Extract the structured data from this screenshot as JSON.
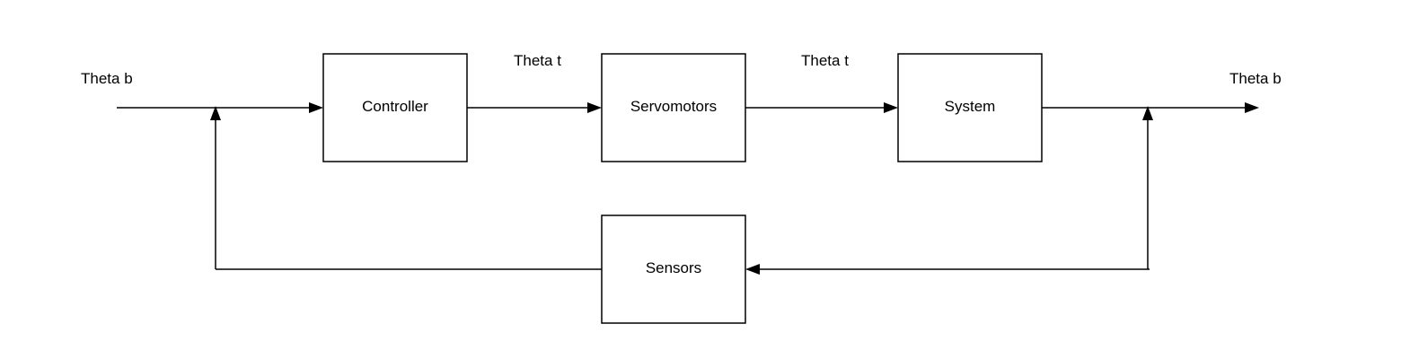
{
  "blocks": {
    "controller": "Controller",
    "servomotors": "Servomotors",
    "system": "System",
    "sensors": "Sensors"
  },
  "signals": {
    "input": "Theta b",
    "controller_out": "Theta t",
    "servo_out": "Theta t",
    "output": "Theta b"
  },
  "colors": {
    "line": "#000000",
    "background": "#ffffff"
  }
}
